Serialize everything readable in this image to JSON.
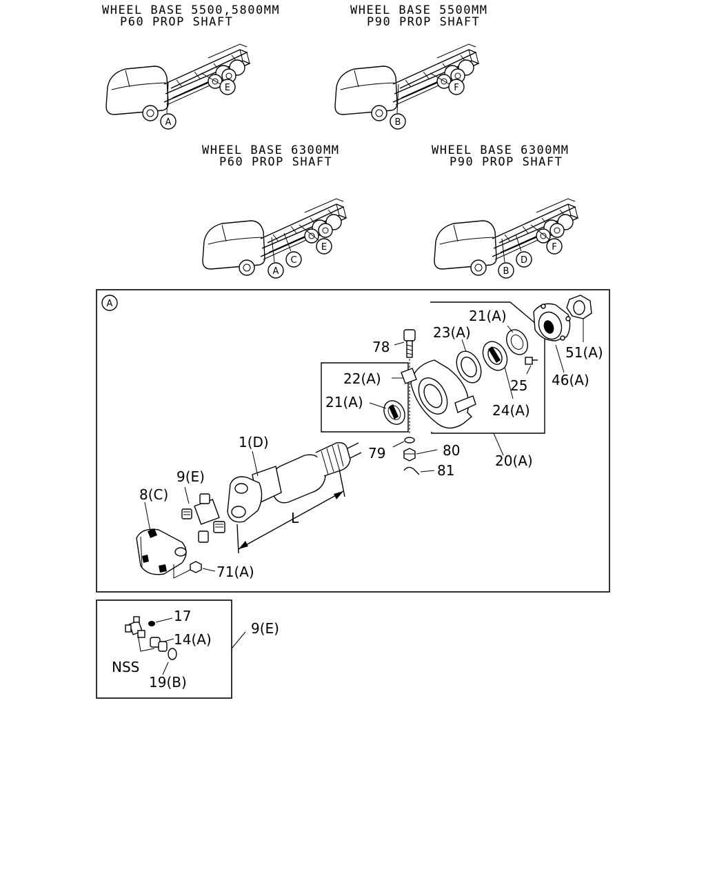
{
  "captions": {
    "t1_line1": "WHEEL BASE 5500,5800MM",
    "t1_line2": "P60 PROP SHAFT",
    "t2_line1": "WHEEL BASE 5500MM",
    "t2_line2": "P90 PROP SHAFT",
    "t3_line1": "WHEEL BASE 6300MM",
    "t3_line2": "P60 PROP SHAFT",
    "t4_line1": "WHEEL BASE 6300MM",
    "t4_line2": "P90 PROP SHAFT"
  },
  "truck_callouts": {
    "t1": [
      "A",
      "E"
    ],
    "t2": [
      "B",
      "F"
    ],
    "t3": [
      "A",
      "C",
      "E"
    ],
    "t4": [
      "B",
      "D",
      "F"
    ]
  },
  "detail_a": {
    "marker": "A",
    "parts": {
      "p78": "78",
      "p22": "22(A)",
      "p21a": "21(A)",
      "p23": "23(A)",
      "p21b": "21(A)",
      "p25": "25",
      "p24": "24(A)",
      "p51": "51(A)",
      "p46": "46(A)",
      "p1": "1(D)",
      "p79": "79",
      "p80": "80",
      "p81": "81",
      "p20": "20(A)",
      "p9": "9(E)",
      "p8": "8(C)",
      "pL": "L",
      "p71": "71(A)"
    }
  },
  "detail_e": {
    "parts": {
      "p17": "17",
      "p14": "14(A)",
      "pnss": "NSS",
      "p19": "19(B)",
      "p9": "9(E)"
    }
  }
}
